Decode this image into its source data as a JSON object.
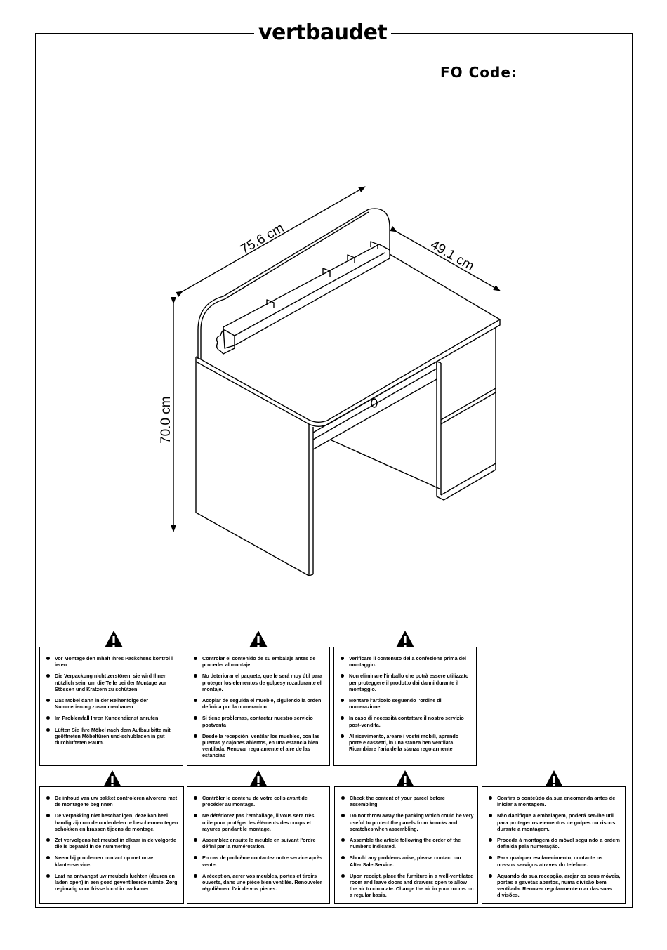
{
  "brand": "vertbaudet",
  "fo_code_label": "FO Code:",
  "dimensions": {
    "width": "75.6 cm",
    "depth": "49.1 cm",
    "height": "70.0 cm"
  },
  "warning_boxes": [
    {
      "lang": "de",
      "items": [
        "Vor Montage den Inhalt Ihres Päckchens kontrol l ieren",
        "Die Verpackung nicht zerstören, sie wird Ihnen nützlich sein, um die Teile bei der Montage vor Stössen und Kratzern zu schützen",
        "Das Möbel dann in der Reihenfolge der Nummerierung zusammenbauen",
        "Im Problemfall Ihren Kundendienst anrufen",
        "Lüften Sie Ihre Möbel nach dem Aufbau bitte mit geöffneten Möbeltüren und-schubladen in gut durchlüfteten Raum."
      ]
    },
    {
      "lang": "es",
      "items": [
        "Controlar el contenido de su embalaje antes de proceder al montaje",
        "No deteriorar el paquete, que le será muy útil para proteger los elementos de golpesy rozadurante el montaje.",
        "Acoplar de seguida el mueble, siguiendo la orden definida por la numeracion",
        "Si tiene problemas, contactar nuestro servicio postventa",
        "Desde la recepción, ventilar los muebles, con las puertas y cajones abiertos, en una estancia bien ventilada. Renovar regulamente el aire de las estancias"
      ]
    },
    {
      "lang": "it",
      "items": [
        "Verificare il contenuto della confezione prima del montaggio.",
        "Non eliminare l'imballo che potrà essere utilizzato per proteggere il prodotto dai danni durante il montaggio.",
        "Montare l'articolo seguendo l'ordine di numerazione.",
        "In caso di necessità contattare il nostro servizio post-vendita.",
        "Al ricevimento, areare i vostri mobili, aprendo porte e cassetti, in una stanza ben ventilata. Ricambiare l'aria della stanza regolarmente"
      ]
    },
    {
      "lang": "nl",
      "items": [
        "De inhoud van uw pakket controleren alvorens met de montage te beginnen",
        "De Verpakking niet beschadigen, deze kan heel handig zijn om de onderdelen te beschermen tegen schokken en krassen tijdens de montage.",
        "Zet vervolgens het meubel in elkaar in de volgorde die is bepaald in de nummering",
        "Neem bij problemen contact op met onze klantenservice.",
        "Laat na ontvangst uw meubels luchten (deuren en laden open) in een goed geventileerde ruimte. Zorg regimatig voor frisse lucht in uw kamer"
      ]
    },
    {
      "lang": "fr",
      "items": [
        "Contrôler le contenu de votre colis avant de procéder au montage.",
        "Ne détériorez pas l'emballage, il vous sera très utile pour protéger les éléments des coups et rayures pendant le montage.",
        "Assemblez ensuite le meuble en suivant l'ordre défini par la numérotation.",
        "En cas de problème contactez notre service après vente.",
        "A réception, aerer vos meubles, portes et tiroirs ouverts, dans une pièce bien ventilée. Renouveler régulièment l'air de vos pieces."
      ]
    },
    {
      "lang": "en",
      "items": [
        "Check the content of your parcel before assembling.",
        "Do not throw away the packing which could be very useful to protect the panels from knocks and scratches when assembling.",
        "Assemble the article following the order of the numbers indicated.",
        "Should any problems arise, please contact our After Sale Service.",
        "Upon receipt, place the furniture in a well-ventilated room and leave doors and drawers open to allow the air to circulate. Change the air in your rooms on a regular basis."
      ]
    },
    {
      "lang": "pt",
      "items": [
        "Confira o conteúdo da sua encomenda antes de iniciar a montagem.",
        "Não danifique a embalagem, poderá ser-lhe util para proteger os elementos de golpes ou riscos durante a montagem.",
        "Proceda à montagem do móvel seguindo a ordem definida pela numeração.",
        "Para qualquer esclarecimento, contacte os nossos serviços atraves do telefone.",
        "Aquando da sua recepção, arejar os seus móveis, portas e gavetas abertos, numa divisão bem ventilada. Renover regularmente o ar das suas divisões."
      ]
    }
  ]
}
